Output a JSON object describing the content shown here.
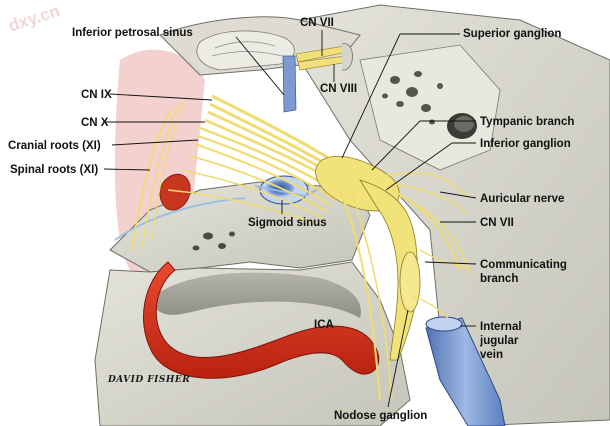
{
  "watermark": "dxy.cn",
  "signature": "DAVID FISHER",
  "labels": {
    "inferior_petrosal_sinus": "Inferior petrosal sinus",
    "cn_vii_top": "CN VII",
    "cn_viii": "CN VIII",
    "superior_ganglion": "Superior ganglion",
    "cn_ix": "CN IX",
    "cn_x": "CN X",
    "cranial_roots": "Cranial roots (XI)",
    "spinal_roots": "Spinal roots (XI)",
    "tympanic_branch": "Tympanic branch",
    "inferior_ganglion": "Inferior ganglion",
    "sigmoid_sinus": "Sigmoid sinus",
    "auricular_nerve": "Auricular nerve",
    "cn_vii_right": "CN VII",
    "communicating_branch_1": "Communicating",
    "communicating_branch_2": "branch",
    "ica": "ICA",
    "internal_jugular_1": "Internal",
    "internal_jugular_2": "jugular",
    "internal_jugular_3": "vein",
    "nodose_ganglion": "Nodose ganglion"
  },
  "colors": {
    "bone": "#d9d8cf",
    "bone_shadow": "#b7b6ab",
    "nerve": "#f2e27a",
    "artery": "#d8321e",
    "vein": "#6b8fc9",
    "pink_tissue": "#f0c4c0"
  }
}
